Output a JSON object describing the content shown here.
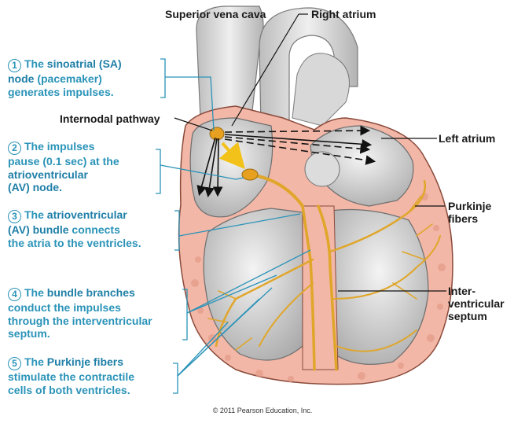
{
  "labels": {
    "superior_vena_cava": "Superior vena cava",
    "right_atrium": "Right atrium",
    "internodal_pathway": "Internodal pathway",
    "left_atrium": "Left atrium",
    "purkinje_fibers_line1": "Purkinje",
    "purkinje_fibers_line2": "fibers",
    "septum_line1": "Inter-",
    "septum_line2": "ventricular",
    "septum_line3": "septum"
  },
  "steps": [
    {
      "number": "1",
      "lines": [
        [
          "The ",
          "sinoatrial (SA)"
        ],
        [
          "node",
          " (pacemaker)"
        ],
        [
          "generates impulses.",
          ""
        ]
      ]
    },
    {
      "number": "2",
      "lines": [
        [
          "The impulses",
          ""
        ],
        [
          "pause (0.1 sec) at the",
          ""
        ],
        [
          "",
          "atrioventricular"
        ],
        [
          "",
          "(AV) node."
        ]
      ]
    },
    {
      "number": "3",
      "lines": [
        [
          "The ",
          "atrioventricular"
        ],
        [
          "",
          "(AV) bundle"
        ],
        [
          "the atria to the ventricles.",
          ""
        ]
      ],
      "extra": " connects"
    },
    {
      "number": "4",
      "lines": [
        [
          "The ",
          "bundle branches"
        ],
        [
          "conduct the impulses",
          ""
        ],
        [
          "through the interventricular",
          ""
        ],
        [
          "septum.",
          ""
        ]
      ]
    },
    {
      "number": "5",
      "lines": [
        [
          "The ",
          "Purkinje fibers"
        ],
        [
          "stimulate the contractile",
          ""
        ],
        [
          "cells of both ventricles.",
          ""
        ]
      ]
    }
  ],
  "copyright": "© 2011 Pearson Education, Inc.",
  "colors": {
    "callout": "#2a93b8",
    "tissue": "#f2b7a7",
    "fiber": "#e0a62a",
    "chamber": "#c9c9c9"
  }
}
